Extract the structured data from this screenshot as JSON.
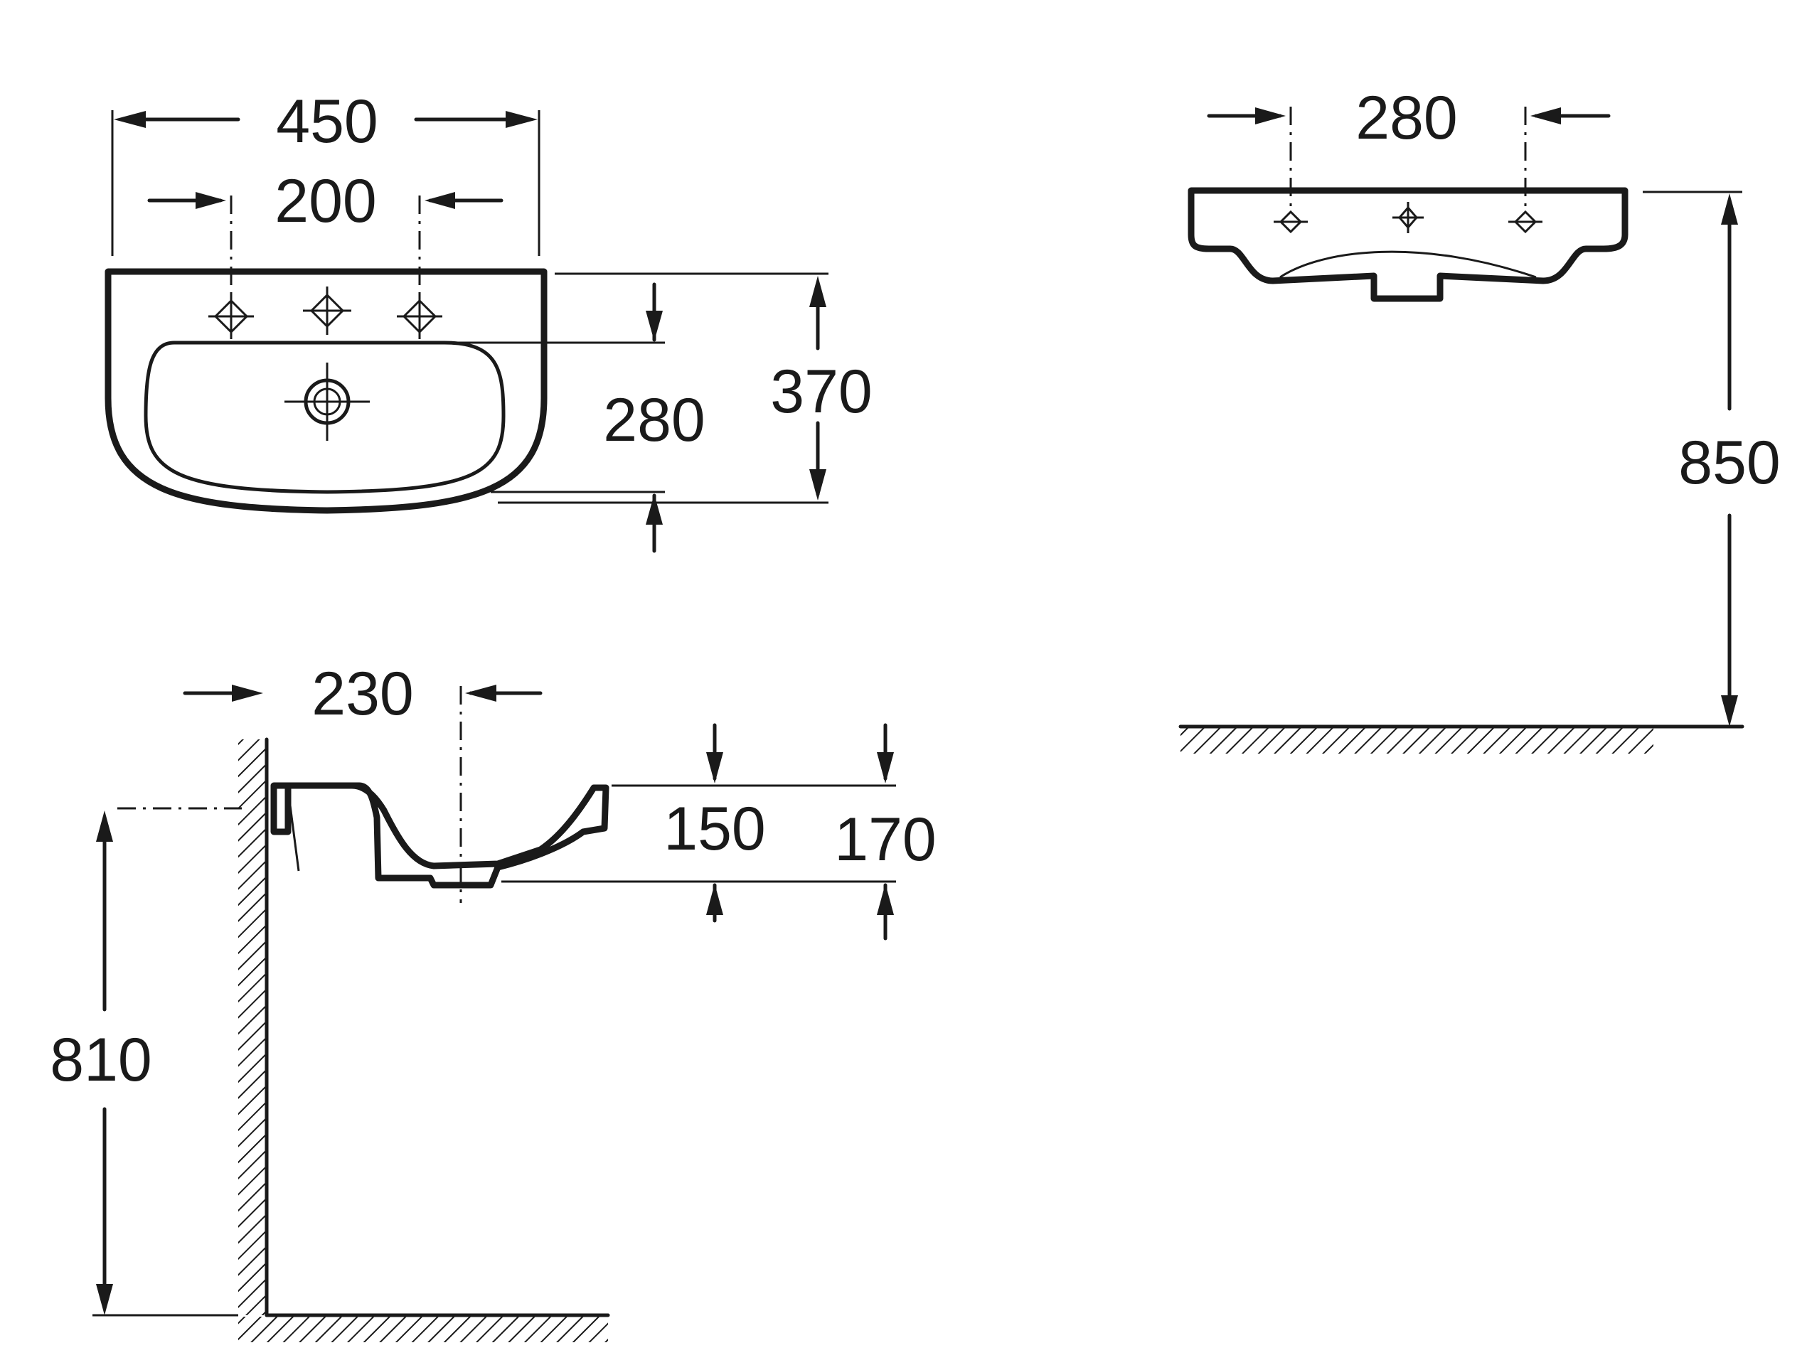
{
  "top_view": {
    "overall_width": "450",
    "tap_hole_spacing": "200",
    "bowl_depth": "280",
    "overall_depth": "370"
  },
  "side_view": {
    "wall_to_waste": "230",
    "bowl_height": "150",
    "overall_height": "170",
    "rim_height_from_floor": "810"
  },
  "front_view": {
    "hole_spacing": "280",
    "height_to_floor": "850"
  }
}
